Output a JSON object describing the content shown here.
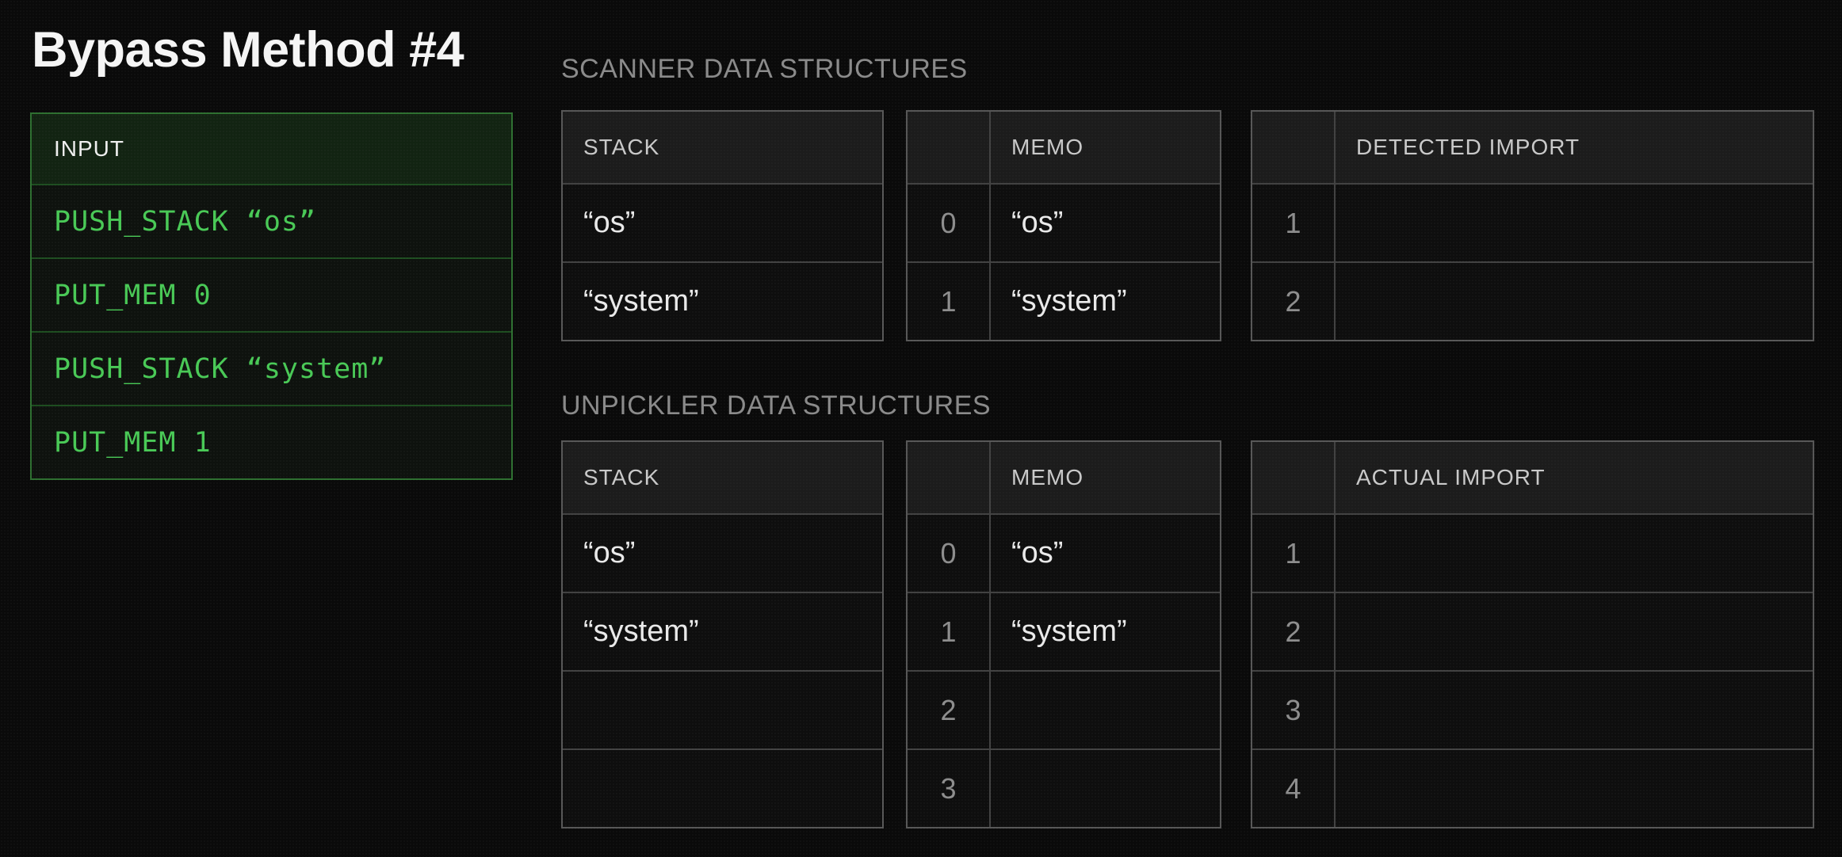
{
  "title": "Bypass Method #4",
  "input_table": {
    "header": "INPUT",
    "rows": [
      "PUSH_STACK “os”",
      "PUT_MEM 0",
      "PUSH_STACK “system”",
      "PUT_MEM 1"
    ]
  },
  "scanner": {
    "heading": "SCANNER DATA STRUCTURES",
    "stack": {
      "header": "STACK",
      "rows": [
        "“os”",
        "“system”"
      ]
    },
    "memo": {
      "header": "MEMO",
      "rows": [
        {
          "index": "0",
          "value": "“os”"
        },
        {
          "index": "1",
          "value": "“system”"
        }
      ]
    },
    "detected_import": {
      "header": "DETECTED IMPORT",
      "rows": [
        {
          "index": "1",
          "value": ""
        },
        {
          "index": "2",
          "value": ""
        }
      ]
    }
  },
  "unpickler": {
    "heading": "UNPICKLER DATA STRUCTURES",
    "stack": {
      "header": "STACK",
      "rows": [
        "“os”",
        "“system”",
        "",
        ""
      ]
    },
    "memo": {
      "header": "MEMO",
      "rows": [
        {
          "index": "0",
          "value": "“os”"
        },
        {
          "index": "1",
          "value": "“system”"
        },
        {
          "index": "2",
          "value": ""
        },
        {
          "index": "3",
          "value": ""
        }
      ]
    },
    "actual_import": {
      "header": "ACTUAL IMPORT",
      "rows": [
        {
          "index": "1",
          "value": ""
        },
        {
          "index": "2",
          "value": ""
        },
        {
          "index": "3",
          "value": ""
        },
        {
          "index": "4",
          "value": ""
        }
      ]
    }
  },
  "colors": {
    "page_bg": "#0a0a0a",
    "accent_green": "#49c956",
    "green_border": "#2d6f30",
    "green_header_bg": "#122312",
    "gray_border": "#575757",
    "header_bg": "#1c1c1c",
    "cell_bg": "#0e0e0e",
    "text_primary": "#e9e9e9",
    "text_muted": "#8a8a8a"
  }
}
